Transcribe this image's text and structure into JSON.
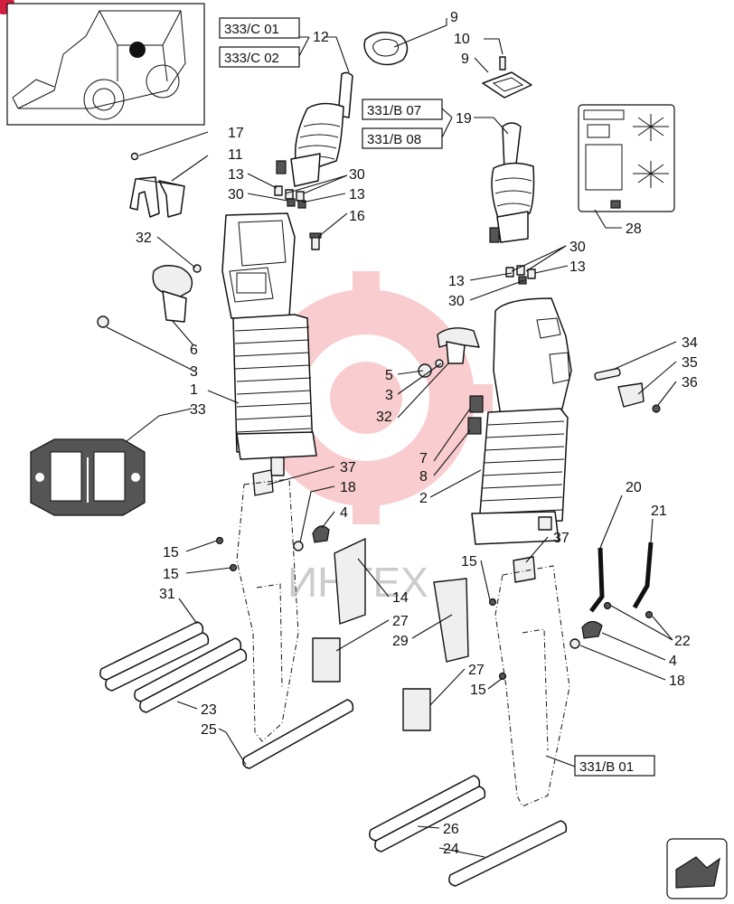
{
  "refs": {
    "r1": "333/C 01",
    "r2": "333/C 02",
    "r3": "331/B 07",
    "r4": "331/B 08",
    "r5": "331/B 01"
  },
  "callouts": {
    "c9a": "9",
    "c10": "10",
    "c9b": "9",
    "c12": "12",
    "c19": "19",
    "c17": "17",
    "c11": "11",
    "c13a": "13",
    "c30a": "30",
    "c30b": "30",
    "c13b": "13",
    "c16": "16",
    "c28": "28",
    "c30c": "30",
    "c13c": "13",
    "c13d": "13",
    "c30d": "30",
    "c32a": "32",
    "c6": "6",
    "c3a": "3",
    "c1": "1",
    "c33": "33",
    "c5": "5",
    "c3b": "3",
    "c32b": "32",
    "c34": "34",
    "c35": "35",
    "c36": "36",
    "c7": "7",
    "c8": "8",
    "c2": "2",
    "c37a": "37",
    "c18a": "18",
    "c4a": "4",
    "c15a": "15",
    "c15b": "15",
    "c31": "31",
    "c14": "14",
    "c27a": "27",
    "c29": "29",
    "c37b": "37",
    "c15c": "15",
    "c20": "20",
    "c21": "21",
    "c22": "22",
    "c4b": "4",
    "c18b": "18",
    "c23": "23",
    "c25": "25",
    "c27b": "27",
    "c15d": "15",
    "c26": "26",
    "c24": "24"
  },
  "watermark": "ИНТЕХ",
  "colors": {
    "line": "#111111",
    "watermark": "#e8202a",
    "cornerbadge": "#d11f3f"
  }
}
